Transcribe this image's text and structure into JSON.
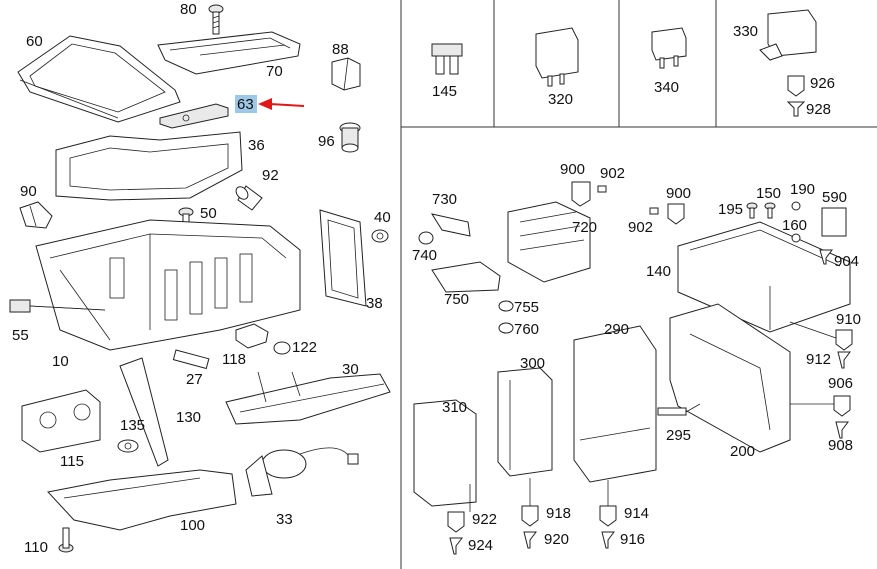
{
  "diagram": {
    "labels": {
      "l80": "80",
      "l60": "60",
      "l70": "70",
      "l88": "88",
      "l63": "63",
      "l96": "96",
      "l36": "36",
      "l90": "90",
      "l92": "92",
      "l50": "50",
      "l40": "40",
      "l38": "38",
      "l55": "55",
      "l10": "10",
      "l118": "118",
      "l122": "122",
      "l27": "27",
      "l30": "30",
      "l115": "115",
      "l135": "135",
      "l130": "130",
      "l33": "33",
      "l100": "100",
      "l110": "110",
      "l145": "145",
      "l320": "320",
      "l340": "340",
      "l330": "330",
      "l926": "926",
      "l928": "928",
      "l730": "730",
      "l740": "740",
      "l750": "750",
      "l900a": "900",
      "l902a": "902",
      "l720": "720",
      "l755": "755",
      "l760": "760",
      "l900b": "900",
      "l902b": "902",
      "l150": "150",
      "l190": "190",
      "l590": "590",
      "l195": "195",
      "l160": "160",
      "l904": "904",
      "l140": "140",
      "l290": "290",
      "l300": "300",
      "l310": "310",
      "l910": "910",
      "l912": "912",
      "l906": "906",
      "l908": "908",
      "l295": "295",
      "l200": "200",
      "l922": "922",
      "l924": "924",
      "l918": "918",
      "l920": "920",
      "l914": "914",
      "l916": "916"
    },
    "highlight_color": "#9ec8e6",
    "arrow_color": "#e01818"
  }
}
